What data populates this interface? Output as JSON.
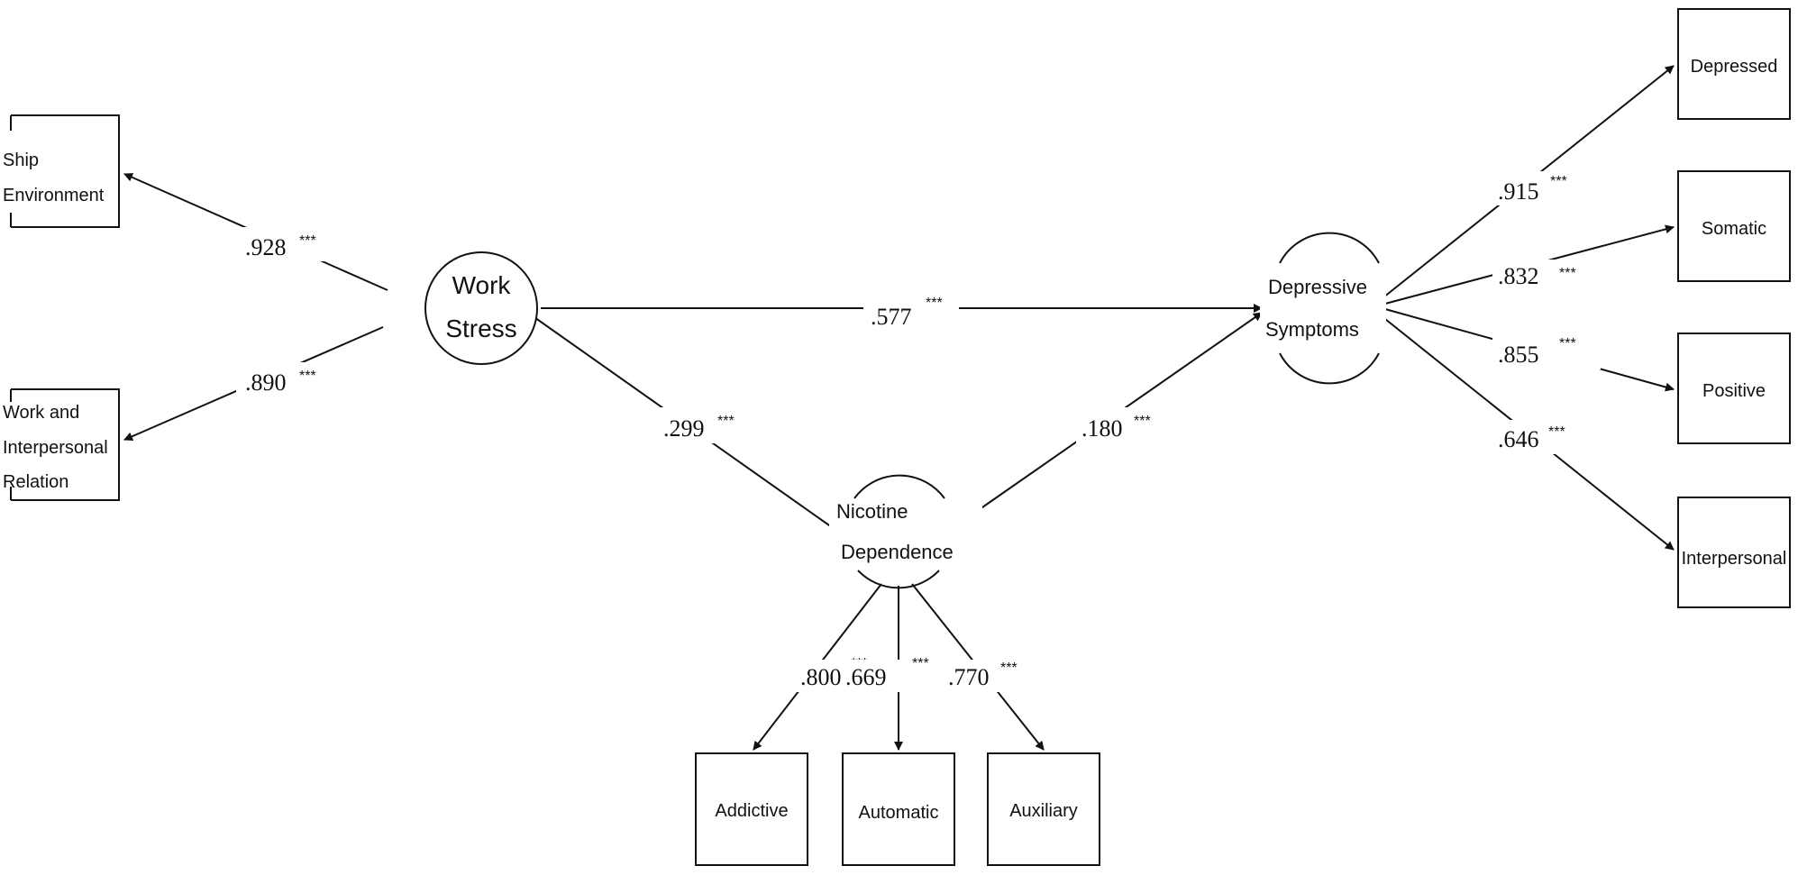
{
  "latent": {
    "work_stress": [
      "Work",
      "Stress"
    ],
    "nicotine": [
      "Nicotine",
      "Dependence"
    ],
    "depressive": [
      "Depressive",
      "Symptoms"
    ]
  },
  "indicators": {
    "ship": [
      "Ship",
      "Environment"
    ],
    "work_rel": [
      "Work and",
      "Interpersonal",
      "Relation"
    ],
    "addictive": "Addictive",
    "automatic": "Automatic",
    "auxiliary": "Auxiliary",
    "depressed": "Depressed",
    "somatic": "Somatic",
    "positive": "Positive",
    "interpersonal": "Interpersonal"
  },
  "paths": {
    "ws_ship": {
      "value": ".928",
      "sig": "***"
    },
    "ws_workrel": {
      "value": ".890",
      "sig": "***"
    },
    "ws_ds": {
      "value": ".577",
      "sig": "***"
    },
    "ws_nd": {
      "value": ".299",
      "sig": "***"
    },
    "nd_ds": {
      "value": ".180",
      "sig": "***"
    },
    "nd_addictive": {
      "value": ".800",
      "sig": "***"
    },
    "nd_automatic": {
      "value": ".669",
      "sig": "***"
    },
    "nd_auxiliary": {
      "value": ".770",
      "sig": "***"
    },
    "ds_depressed": {
      "value": ".915",
      "sig": "***"
    },
    "ds_somatic": {
      "value": ".832",
      "sig": "***"
    },
    "ds_positive": {
      "value": ".855",
      "sig": "***"
    },
    "ds_interpersonal": {
      "value": ".646",
      "sig": "***"
    }
  }
}
